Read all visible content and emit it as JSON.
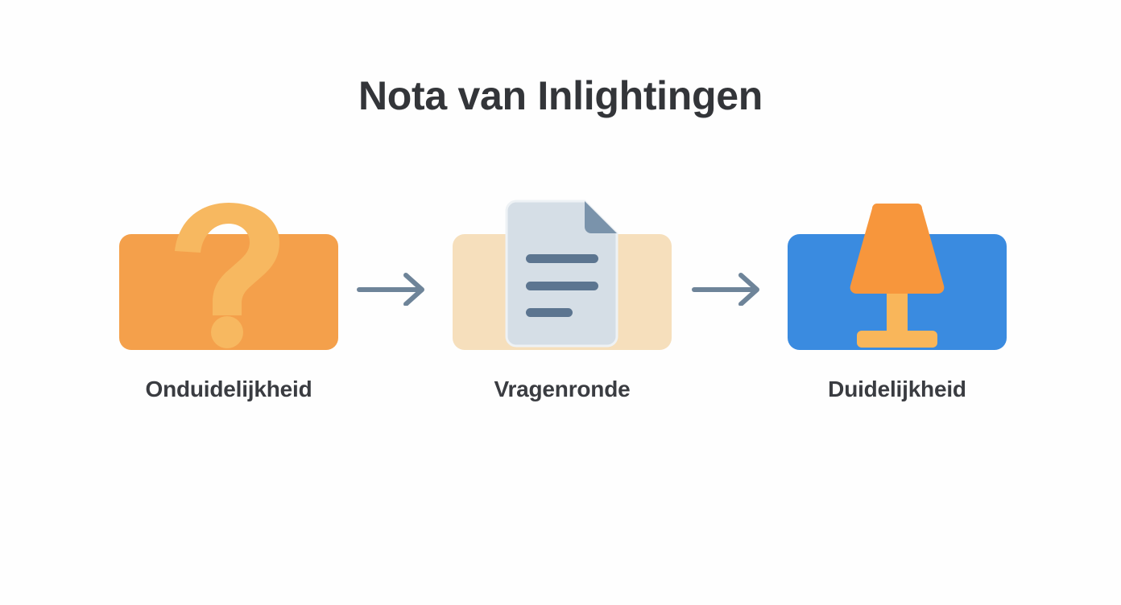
{
  "page": {
    "title": "Nota van Inlightingen",
    "background_color": "#FEFEFE",
    "title_color": "#333539",
    "label_color": "#3A3C41"
  },
  "flow": {
    "steps": [
      {
        "label": "Onduidelijkheid",
        "icon": "question-mark-icon",
        "card_color": "#F4A04B",
        "icon_color": "#F7B860"
      },
      {
        "label": "Vragenronde",
        "icon": "document-lines-icon",
        "card_color": "#F6DFBC",
        "icon_color": "#D5DEE6",
        "icon_accent_color": "#7A93AB"
      },
      {
        "label": "Duidelijkheid",
        "icon": "desk-lamp-icon",
        "card_color": "#3A8BE0",
        "icon_color": "#F7963C",
        "icon_accent_color": "#F9B65A"
      }
    ],
    "connectors": [
      {
        "name": "arrow-right",
        "color": "#6E8499"
      },
      {
        "name": "arrow-right",
        "color": "#6E8499"
      }
    ]
  }
}
